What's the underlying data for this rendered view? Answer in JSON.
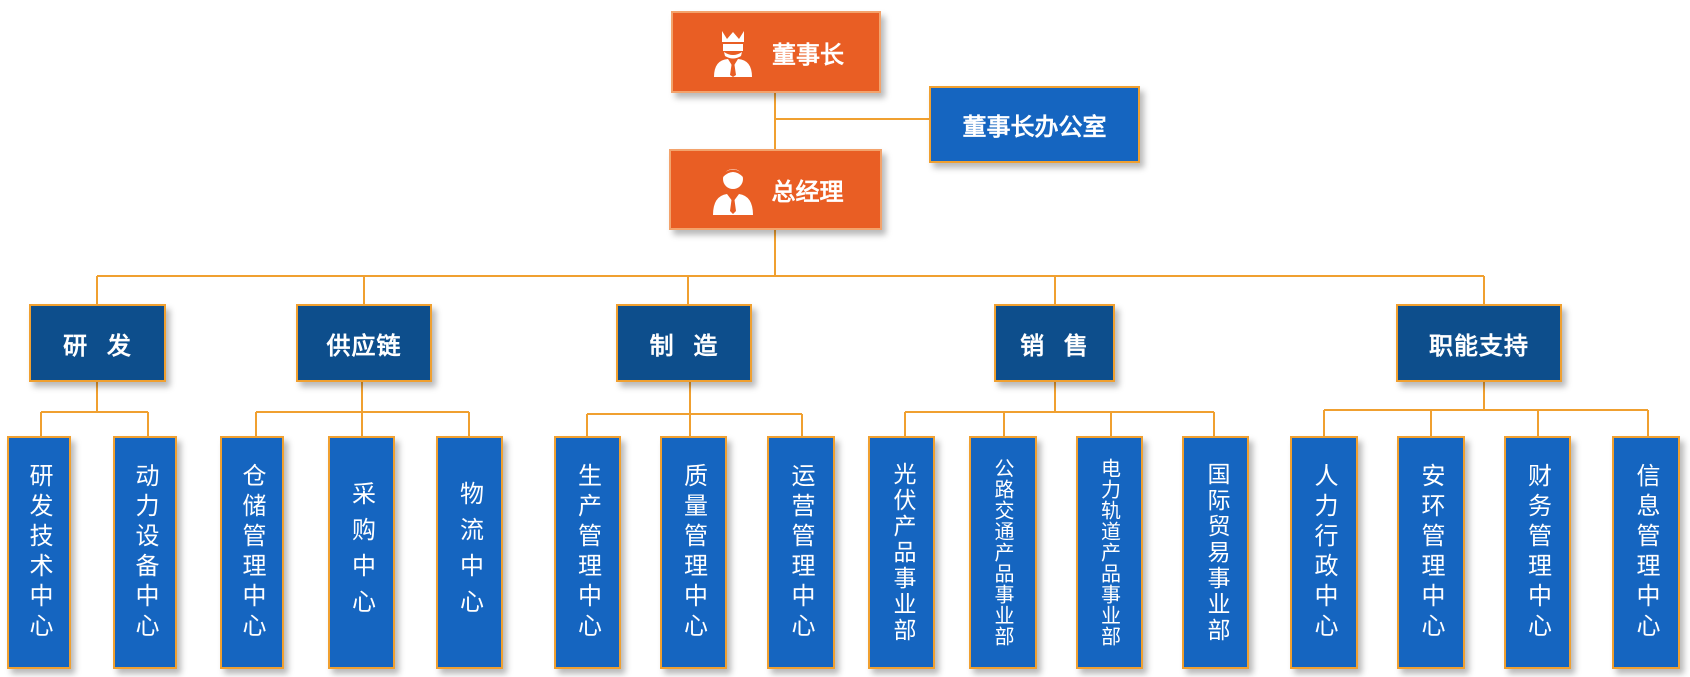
{
  "colors": {
    "exec": "#e95e24",
    "office": "#1565c0",
    "dept": "#0d4e8c",
    "center": "#1565c0",
    "connector": "#f0a030"
  },
  "chairman": {
    "label": "董事长",
    "icon": "chairman-crown-person-icon"
  },
  "chairman_office": {
    "label": "董事长办公室"
  },
  "general_manager": {
    "label": "总经理",
    "icon": "manager-person-icon"
  },
  "departments": [
    {
      "label": "研  发",
      "centers": [
        "研发技术中心",
        "动力设备中心"
      ]
    },
    {
      "label": "供应链",
      "centers": [
        "仓储管理中心",
        "采购中心",
        "物流中心"
      ]
    },
    {
      "label": "制  造",
      "centers": [
        "生产管理中心",
        "质量管理中心",
        "运营管理中心"
      ]
    },
    {
      "label": "销  售",
      "centers": [
        "光伏产品事业部",
        "公路交通产品事业部",
        "电力轨道产品事业部",
        "国际贸易事业部"
      ]
    },
    {
      "label": "职能支持",
      "centers": [
        "人力行政中心",
        "安环管理中心",
        "财务管理中心",
        "信息管理中心"
      ]
    }
  ]
}
